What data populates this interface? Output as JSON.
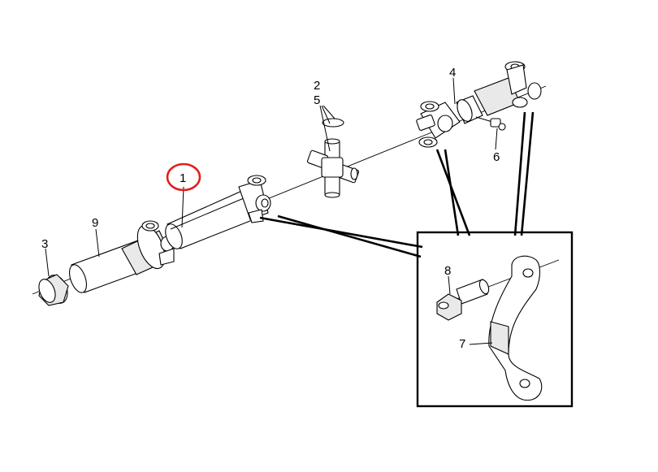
{
  "diagram": {
    "highlight_color": "#e0201b",
    "callouts": {
      "shaft": "1",
      "cross_kit": "2",
      "circlip": "5",
      "center_yoke": "4",
      "grease_fitting": "6",
      "end_cap": "3",
      "slip_tube": "9",
      "bolt": "8",
      "strap": "7"
    }
  }
}
